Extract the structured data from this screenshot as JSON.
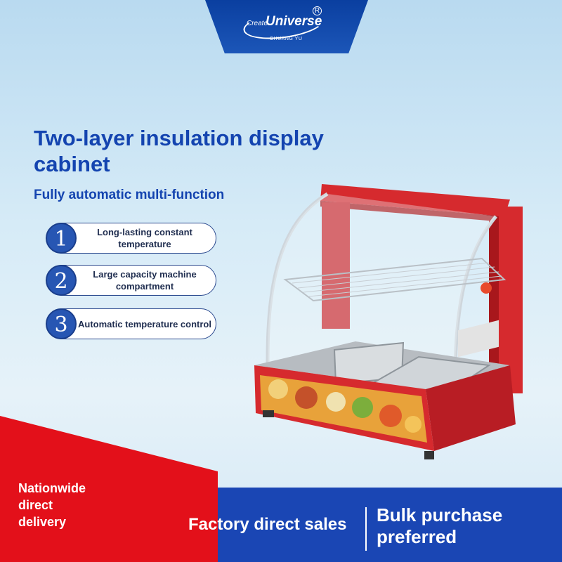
{
  "brand": {
    "prefix": "Create",
    "name": "Universe",
    "registered": "R",
    "subtitle": "CHUANG YU"
  },
  "headline": {
    "title": "Two-layer insulation display cabinet",
    "subtitle": "Fully automatic multi-function"
  },
  "features": [
    {
      "number": "1",
      "text": "Long-lasting constant temperature"
    },
    {
      "number": "2",
      "text": "Large capacity machine compartment"
    },
    {
      "number": "3",
      "text": "Automatic temperature control"
    }
  ],
  "footer": {
    "delivery": [
      "Nationwide",
      "direct",
      "delivery"
    ],
    "factory": "Factory direct sales",
    "bulk": [
      "Bulk purchase",
      "preferred"
    ]
  },
  "colors": {
    "brand_blue": "#1a46b4",
    "title_blue": "#1444b0",
    "accent_red": "#e3101a",
    "cabinet_red": "#d9232b"
  }
}
